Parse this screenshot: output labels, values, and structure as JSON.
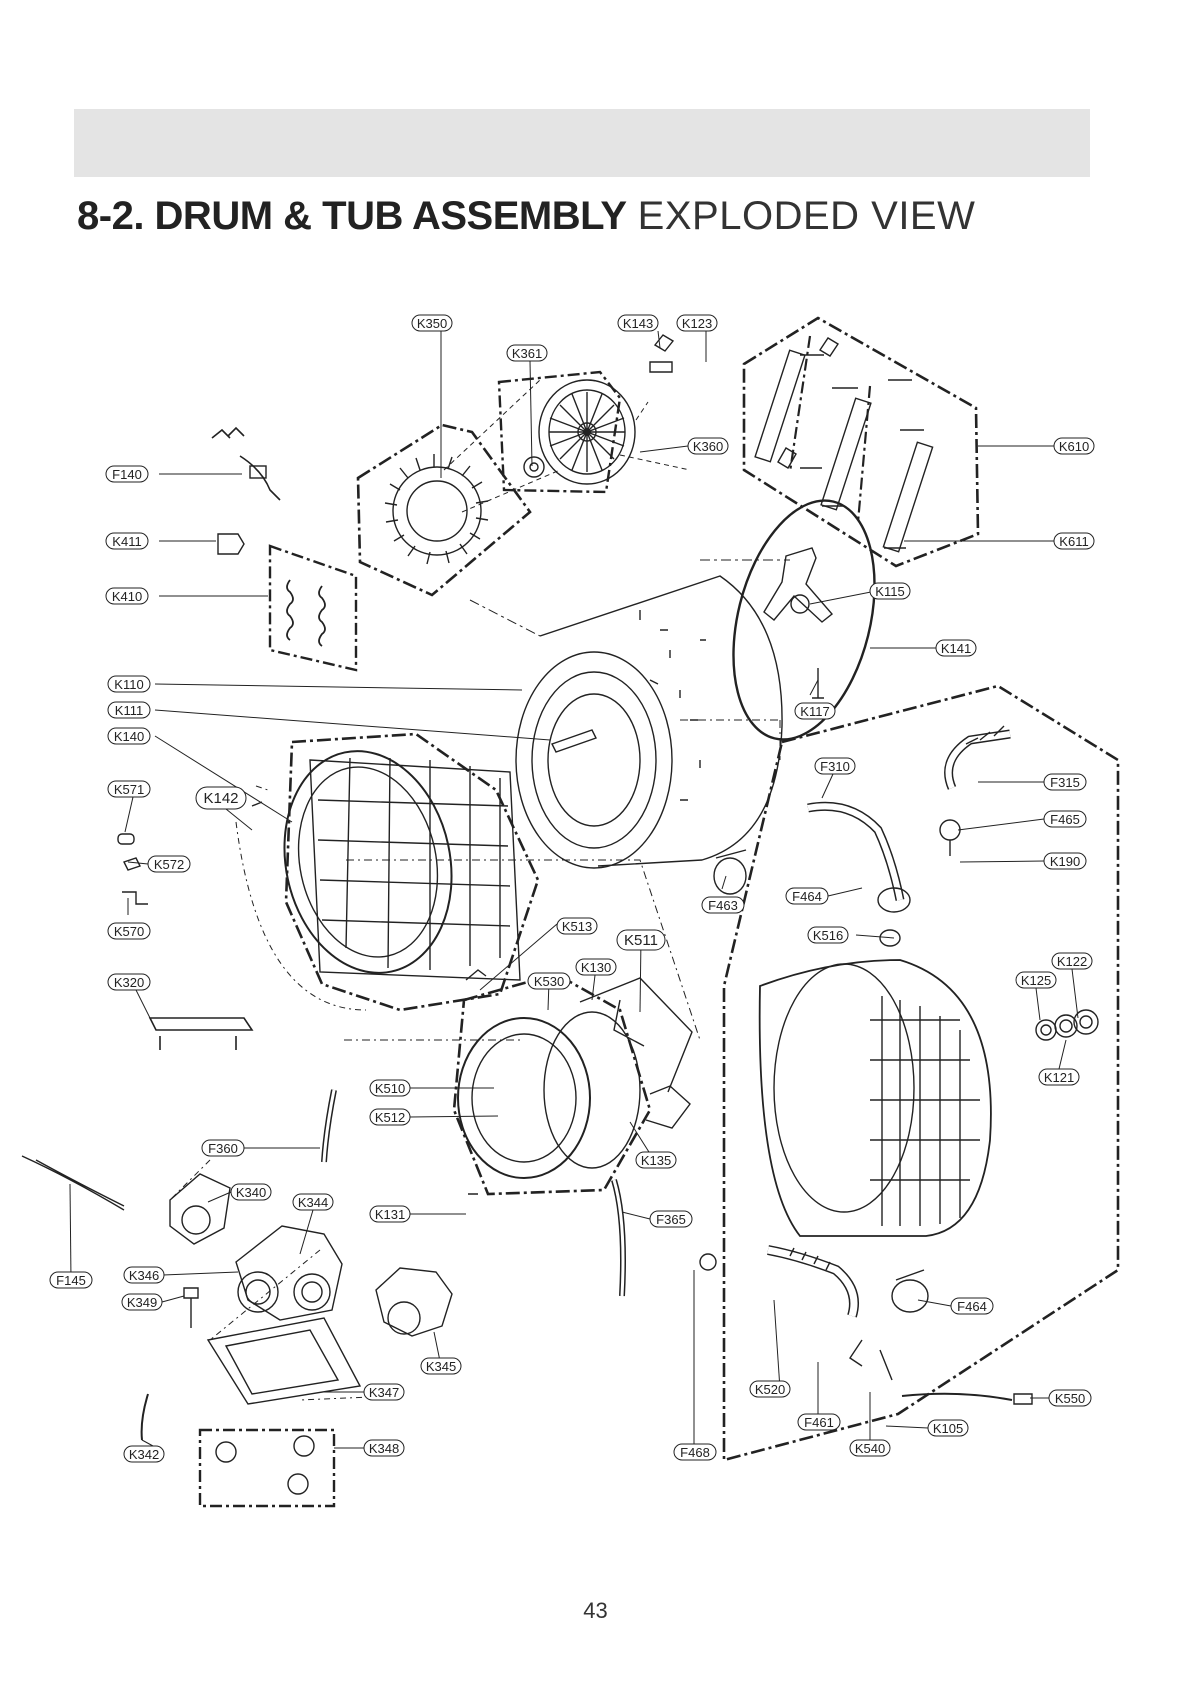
{
  "header": {
    "title_bold": "8-2. DRUM & TUB ASSEMBLY",
    "title_light": "EXPLODED VIEW"
  },
  "footer": {
    "page_number": "43"
  },
  "callouts": {
    "K350": "K350",
    "K143": "K143",
    "K123": "K123",
    "K361": "K361",
    "K360": "K360",
    "K610": "K610",
    "K611": "K611",
    "F140": "F140",
    "K411": "K411",
    "K410": "K410",
    "K115": "K115",
    "K141": "K141",
    "K117": "K117",
    "K110": "K110",
    "K111": "K111",
    "K140": "K140",
    "K571": "K571",
    "K142": "K142",
    "F310": "F310",
    "F315": "F315",
    "F465": "F465",
    "K572": "K572",
    "K190": "K190",
    "F464a": "F464",
    "F463": "F463",
    "K570": "K570",
    "K513": "K513",
    "K511": "K511",
    "K516": "K516",
    "K122": "K122",
    "K130": "K130",
    "K320": "K320",
    "K530": "K530",
    "K125": "K125",
    "K121": "K121",
    "K510": "K510",
    "K512": "K512",
    "F360": "F360",
    "K135": "K135",
    "K340": "K340",
    "K344": "K344",
    "K131": "K131",
    "F365": "F365",
    "F145": "F145",
    "K346": "K346",
    "K349": "K349",
    "F464b": "F464",
    "K345": "K345",
    "K520": "K520",
    "K347": "K347",
    "K550": "K550",
    "F461": "F461",
    "K105": "K105",
    "K540": "K540",
    "K342": "K342",
    "K348": "K348",
    "F468": "F468"
  }
}
